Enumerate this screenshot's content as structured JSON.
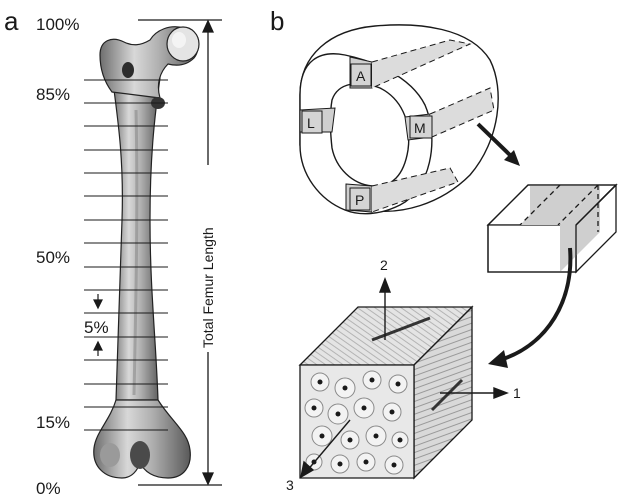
{
  "panels": {
    "a": "a",
    "b": "b"
  },
  "percent_labels": {
    "p100": "100%",
    "p85": "85%",
    "p50": "50%",
    "p5": "5%",
    "p15": "15%",
    "p0": "0%"
  },
  "length_label": "Total Femur Length",
  "section_labels": {
    "anterior": "A",
    "lateral": "L",
    "medial": "M",
    "posterior": "P"
  },
  "axis_labels": {
    "one": "1",
    "two": "2",
    "three": "3"
  },
  "colors": {
    "ink": "#1a1a1a",
    "bone_shade": "#c9c9c9",
    "band_fill": "#cfcfcf",
    "face_light": "#e6e6e6",
    "face_mid": "#b5b5b5"
  }
}
